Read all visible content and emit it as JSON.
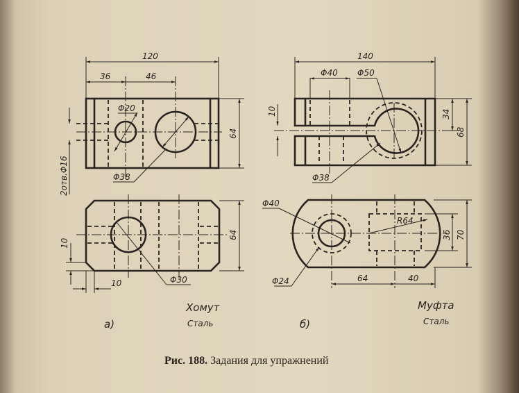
{
  "figure_a": {
    "dims": {
      "width_total": "120",
      "offset_1": "36",
      "offset_2": "46",
      "hole_small": "Φ20",
      "hole_big": "Φ38",
      "height_top": "64",
      "holes_note": "2отв.Φ16",
      "height_bottom": "64",
      "chamfer_v": "10",
      "chamfer_h": "10",
      "hole_bottom": "Φ30"
    },
    "name": "Хомут",
    "material": "Сталь",
    "label": "а)"
  },
  "figure_b": {
    "dims": {
      "width_total": "140",
      "boss": "Φ40",
      "bore_outer": "Φ50",
      "slot": "10",
      "half_height": "34",
      "height_top": "68",
      "bore": "Φ38",
      "boss_bottom": "Φ40",
      "radius": "R64",
      "pocket": "36",
      "height_bottom": "70",
      "hole_bottom": "Φ24",
      "dist_1": "64",
      "dist_2": "40"
    },
    "name": "Муфта",
    "material": "Сталь",
    "label": "б)"
  },
  "caption": {
    "number": "Рис. 188.",
    "text": " Задания для упражнений"
  }
}
